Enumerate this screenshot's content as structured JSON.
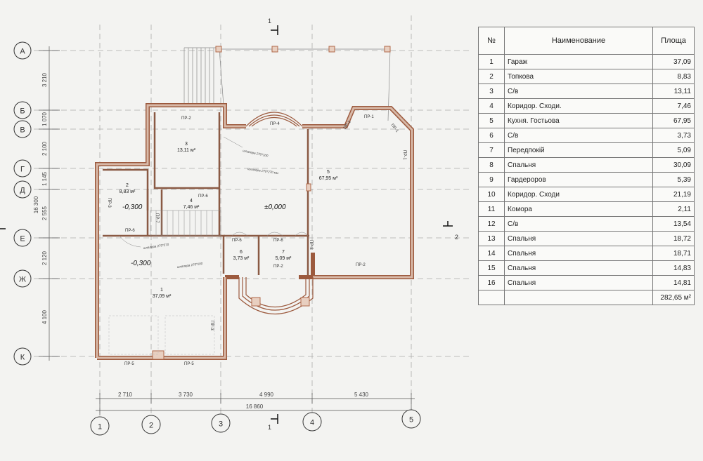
{
  "axes": {
    "rows": [
      "А",
      "Б",
      "В",
      "Г",
      "Д",
      "Е",
      "Ж",
      "К"
    ],
    "cols": [
      "1",
      "2",
      "3",
      "4",
      "5"
    ]
  },
  "section_marks": {
    "top": "1",
    "bottom": "1",
    "right": "2"
  },
  "dims": {
    "left": [
      "3 210",
      "1 070",
      "2 100",
      "1 145",
      "2 555",
      "2 120",
      "4 100"
    ],
    "left_total": "16 300",
    "bottom": [
      "2 710",
      "3 730",
      "4 990",
      "5 430"
    ],
    "bottom_total": "16 860"
  },
  "rooms": [
    {
      "num": "1",
      "area": "37,09 м²"
    },
    {
      "num": "2",
      "area": "8,83 м²"
    },
    {
      "num": "3",
      "area": "13,11 м²"
    },
    {
      "num": "4",
      "area": "7,46 м²"
    },
    {
      "num": "5",
      "area": "67,95 м²"
    },
    {
      "num": "6",
      "area": "3,73 м²"
    },
    {
      "num": "7",
      "area": "5,09 м²"
    }
  ],
  "levels": [
    "-0,300",
    "-0,300",
    "±0,000"
  ],
  "openings": [
    "ПР-2",
    "ПР-4",
    "ПР-1",
    "ПР-1",
    "ПР-1",
    "ПР-1",
    "ПР-3",
    "ПР-6",
    "ПР-7",
    "ПР-6",
    "ПР-6",
    "ПР-6",
    "ПР-2",
    "ПР-2",
    "ПР-5",
    "ПР-5",
    "ПР-3",
    "ПР-8"
  ],
  "notes": [
    "шпалера 270*100",
    "шпалера 270*270 мм",
    "шпалера 270*270",
    "шпалера 270*100"
  ],
  "table": {
    "headers": [
      "№",
      "Наименование",
      "Площа"
    ],
    "rows": [
      {
        "n": "1",
        "name": "Гараж",
        "area": "37,09"
      },
      {
        "n": "2",
        "name": "Топкова",
        "area": "8,83"
      },
      {
        "n": "3",
        "name": "С/в",
        "area": "13,11"
      },
      {
        "n": "4",
        "name": "Коридор. Сходи.",
        "area": "7,46"
      },
      {
        "n": "5",
        "name": "Кухня. Гостьова",
        "area": "67,95"
      },
      {
        "n": "6",
        "name": "С/в",
        "area": "3,73"
      },
      {
        "n": "7",
        "name": "Передпокій",
        "area": "5,09"
      },
      {
        "n": "8",
        "name": "Спальня",
        "area": "30,09"
      },
      {
        "n": "9",
        "name": "Гардероров",
        "area": "5,39"
      },
      {
        "n": "10",
        "name": "Коридор. Сходи",
        "area": "21,19"
      },
      {
        "n": "11",
        "name": "Комора",
        "area": "2,11"
      },
      {
        "n": "12",
        "name": "С/в",
        "area": "13,54"
      },
      {
        "n": "13",
        "name": "Спальня",
        "area": "18,72"
      },
      {
        "n": "14",
        "name": "Спальня",
        "area": "18,71"
      },
      {
        "n": "15",
        "name": "Спальня",
        "area": "14,83"
      },
      {
        "n": "16",
        "name": "Спальня",
        "area": "14,81"
      }
    ],
    "total": "282,65 м²"
  }
}
